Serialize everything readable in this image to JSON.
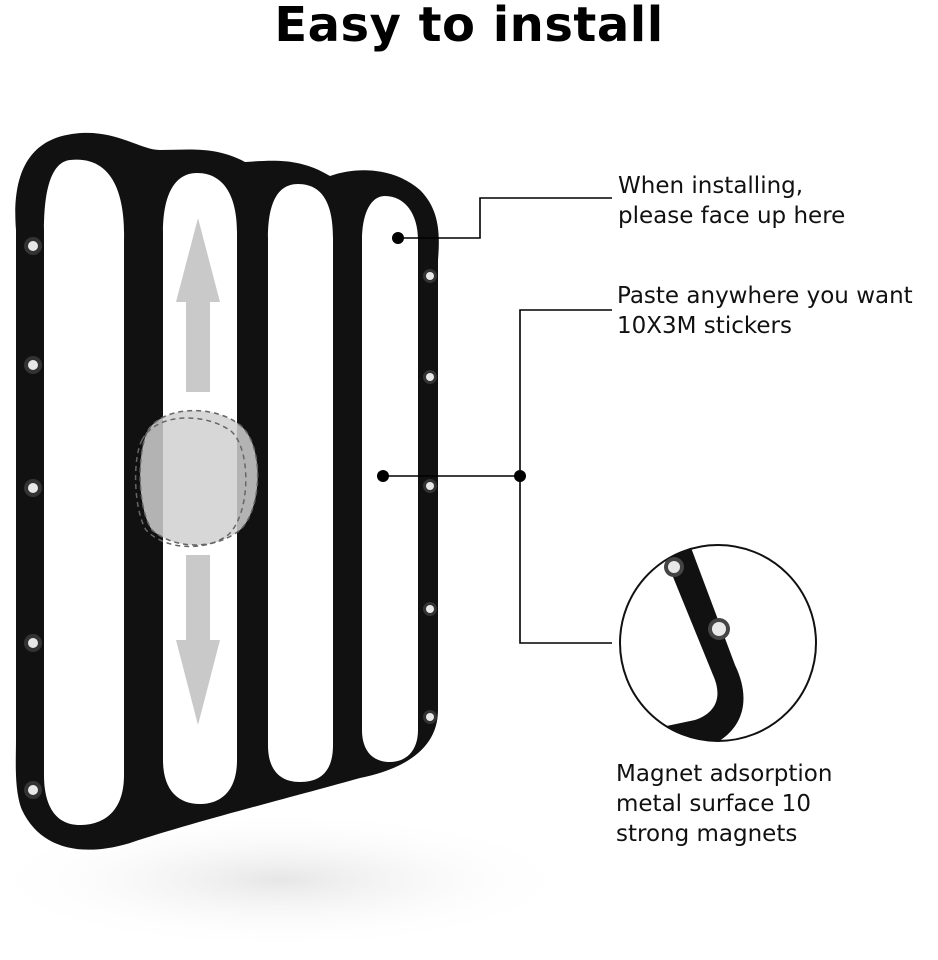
{
  "title": "Easy to install",
  "callouts": {
    "install_face": [
      "When installing,",
      "please face up here"
    ],
    "paste": [
      "Paste anywhere you want",
      "10X3M stickers"
    ],
    "magnet": [
      "Magnet adsorption",
      "metal surface 10",
      "strong magnets"
    ]
  },
  "colors": {
    "frame": "#111111",
    "arrow": "#bfbfbf",
    "pad": "#d3d3d3",
    "stud": "#e8e8e8"
  },
  "icons": [
    "up-arrow-icon",
    "down-arrow-icon"
  ]
}
